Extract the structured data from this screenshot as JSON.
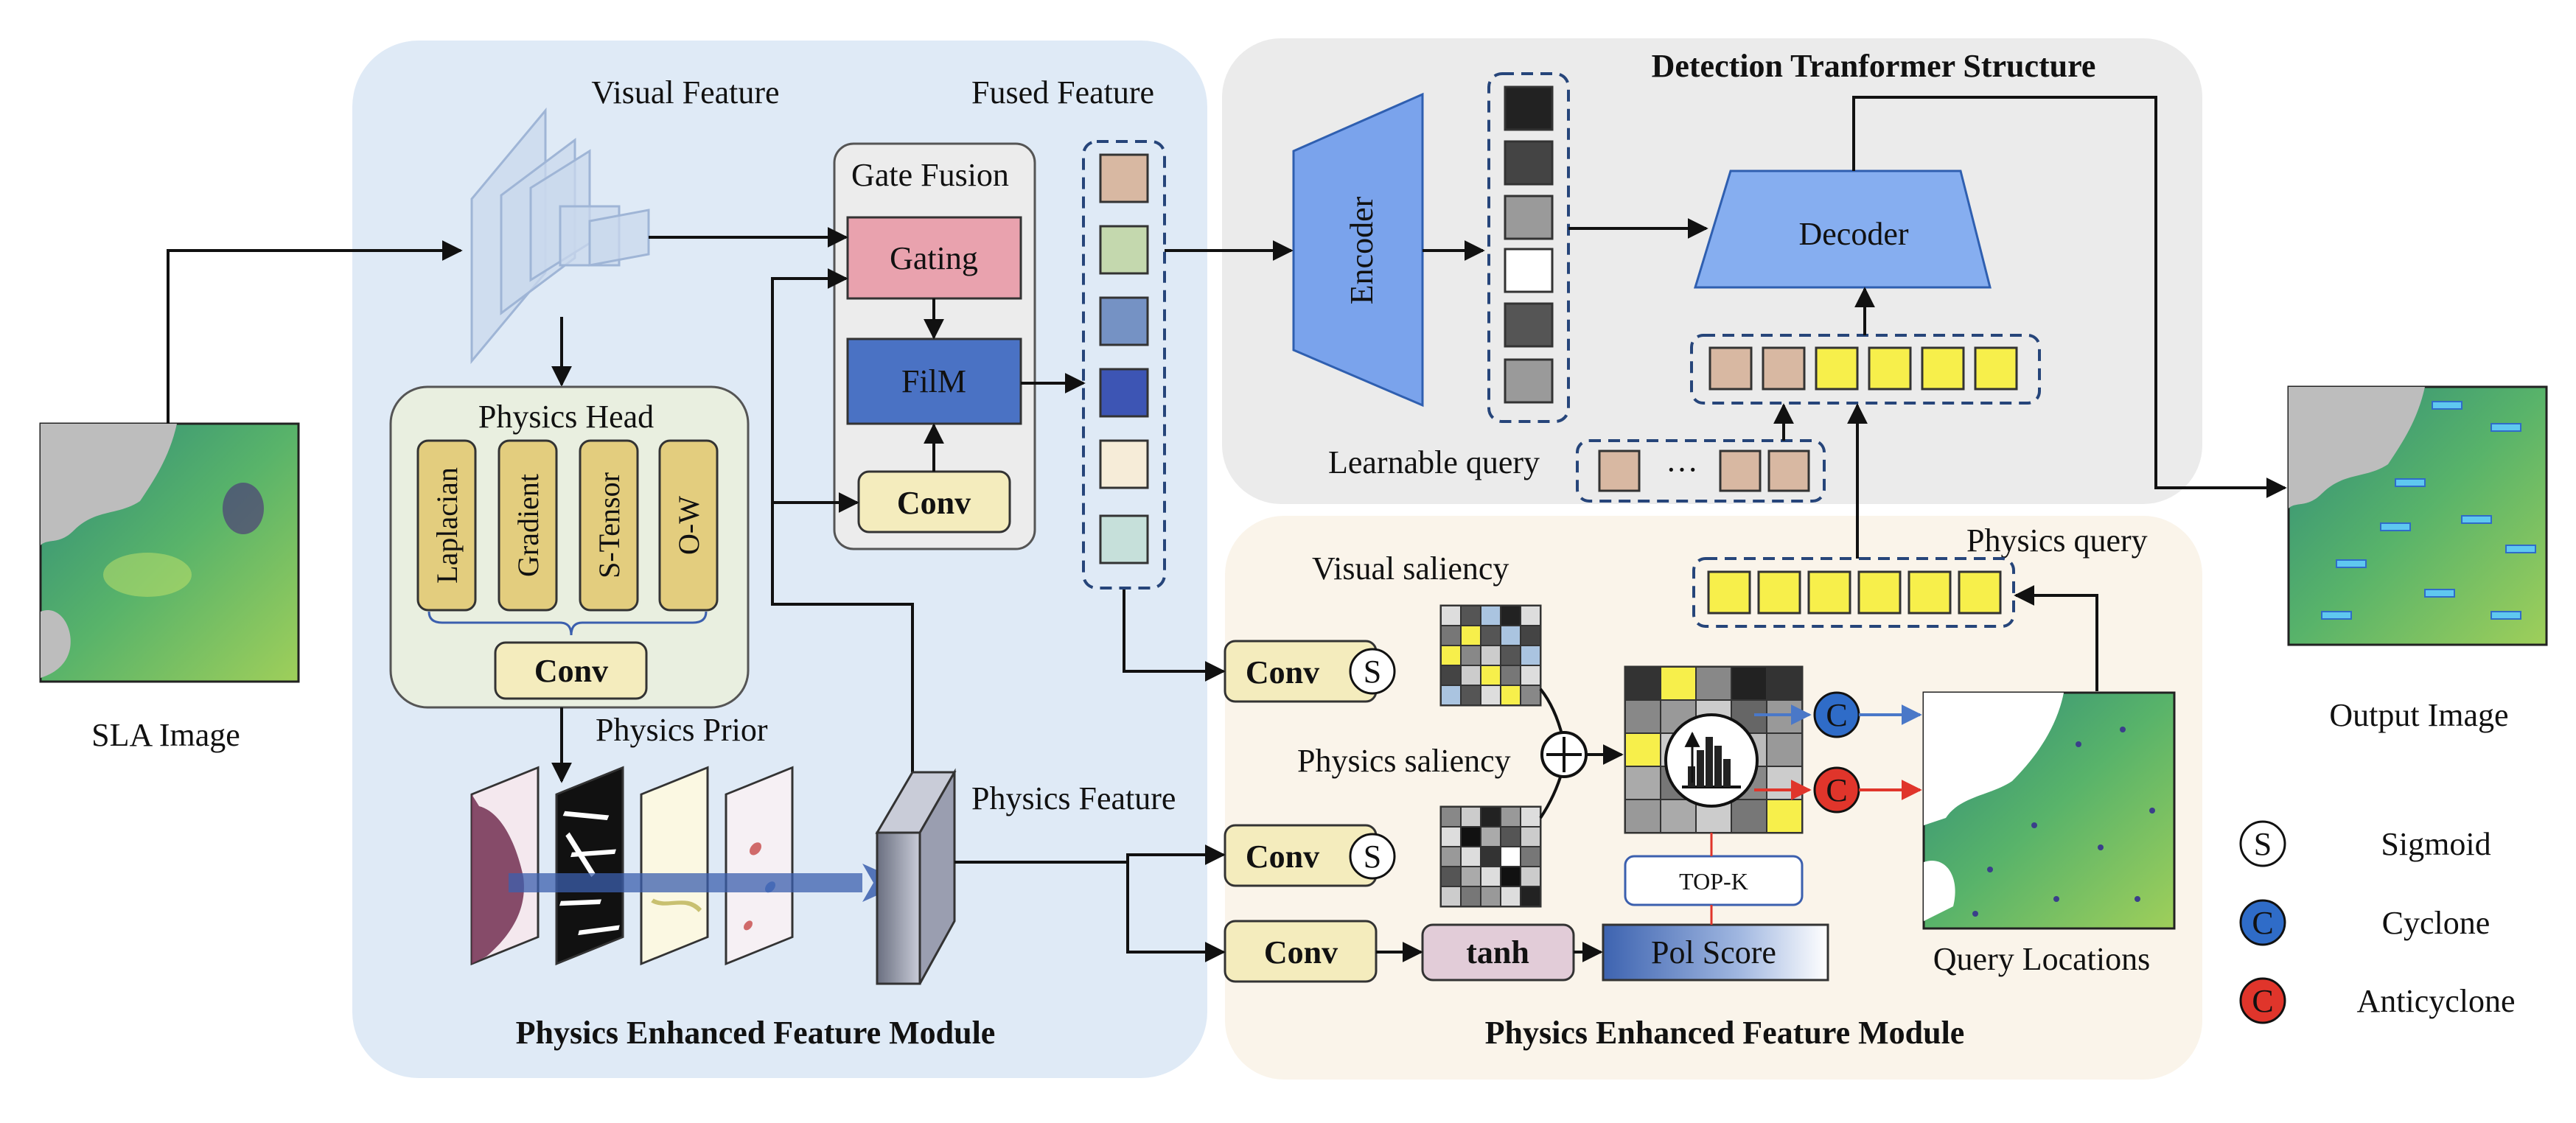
{
  "colors": {
    "blue_panel": "#dfeaf6",
    "gray_panel": "#ebebeb",
    "cream_panel": "#faf4ea",
    "gating": "#e9a2ae",
    "film": "#4a72c4",
    "conv_box": "#f4ecbd",
    "physics_op": "#e3cd7e",
    "encoder": "#7aa3ec",
    "decoder": "#86aef0",
    "query_yellow": "#f7ef4b",
    "query_tan": "#d8b8a2",
    "tanh_box": "#e2ccd8",
    "cyclone": "#2f6cc8",
    "anticyclone": "#e0352b",
    "arrow": "#111111"
  },
  "labels": {
    "sla_image": "SLA Image",
    "output_image": "Output Image",
    "visual_feature": "Visual Feature",
    "fused_feature": "Fused Feature",
    "gate_fusion": "Gate Fusion",
    "gating": "Gating",
    "film": "FilM",
    "conv": "Conv",
    "physics_head": "Physics Head",
    "laplacian": "Laplacian",
    "gradient": "Gradient",
    "s_tensor": "S-Tensor",
    "o_w": "O-W",
    "physics_prior": "Physics Prior",
    "physics_feature": "Physics Feature",
    "left_module_title": "Physics Enhanced Feature Module",
    "right_module_title": "Physics Enhanced Feature Module",
    "detr_title": "Detection Tranformer Structure",
    "encoder": "Encoder",
    "decoder": "Decoder",
    "learnable_query": "Learnable query",
    "ellipsis": "···",
    "physics_query": "Physics query",
    "visual_saliency": "Visual saliency",
    "physics_saliency": "Physics saliency",
    "tanh": "tanh",
    "pol_score": "Pol Score",
    "top_k": "TOP-K",
    "query_locations": "Query Locations",
    "legend_s_symbol": "S",
    "legend_c_symbol": "C",
    "sigmoid": "Sigmoid",
    "cyclone": "Cyclone",
    "anticyclone": "Anticyclone"
  }
}
